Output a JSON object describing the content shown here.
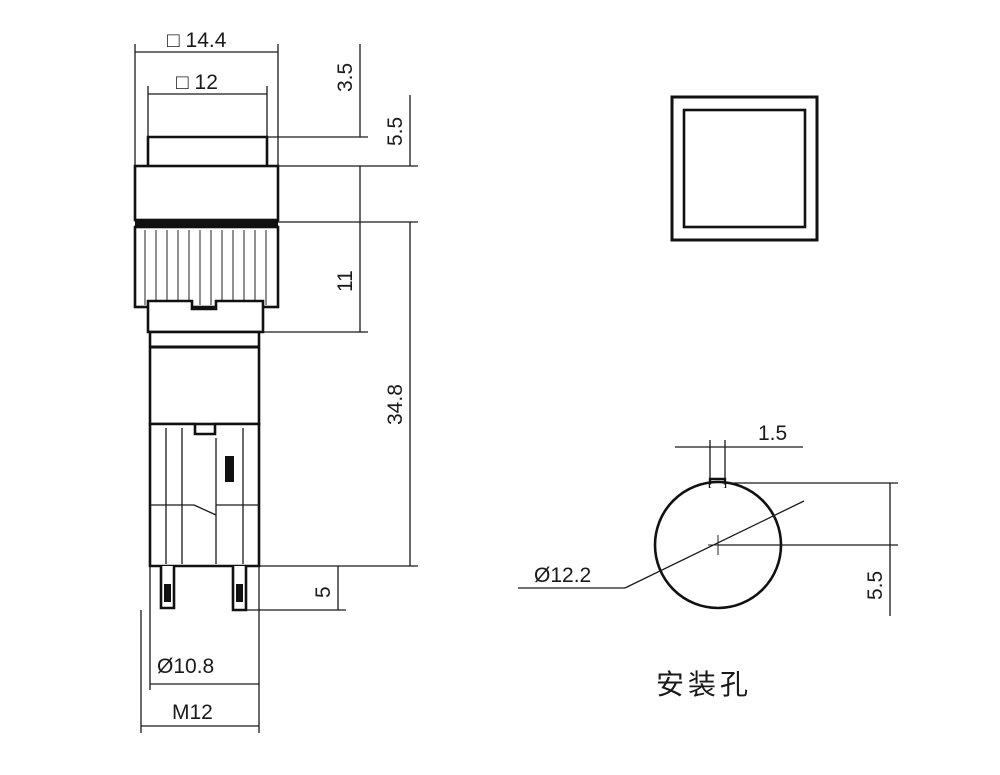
{
  "front_view": {
    "dims": {
      "outer_square": "□ 14.4",
      "inner_square": "□ 12",
      "cap_height": "3.5",
      "bezel_height": "5.5",
      "ring_height": "11",
      "total_height": "34.8",
      "pin_length": "5",
      "body_diameter": "Ø10.8",
      "thread": "M12"
    }
  },
  "mounting_hole": {
    "dims": {
      "key_width": "1.5",
      "hole_diameter": "Ø12.2",
      "key_offset": "5.5"
    },
    "caption": "安装孔"
  }
}
